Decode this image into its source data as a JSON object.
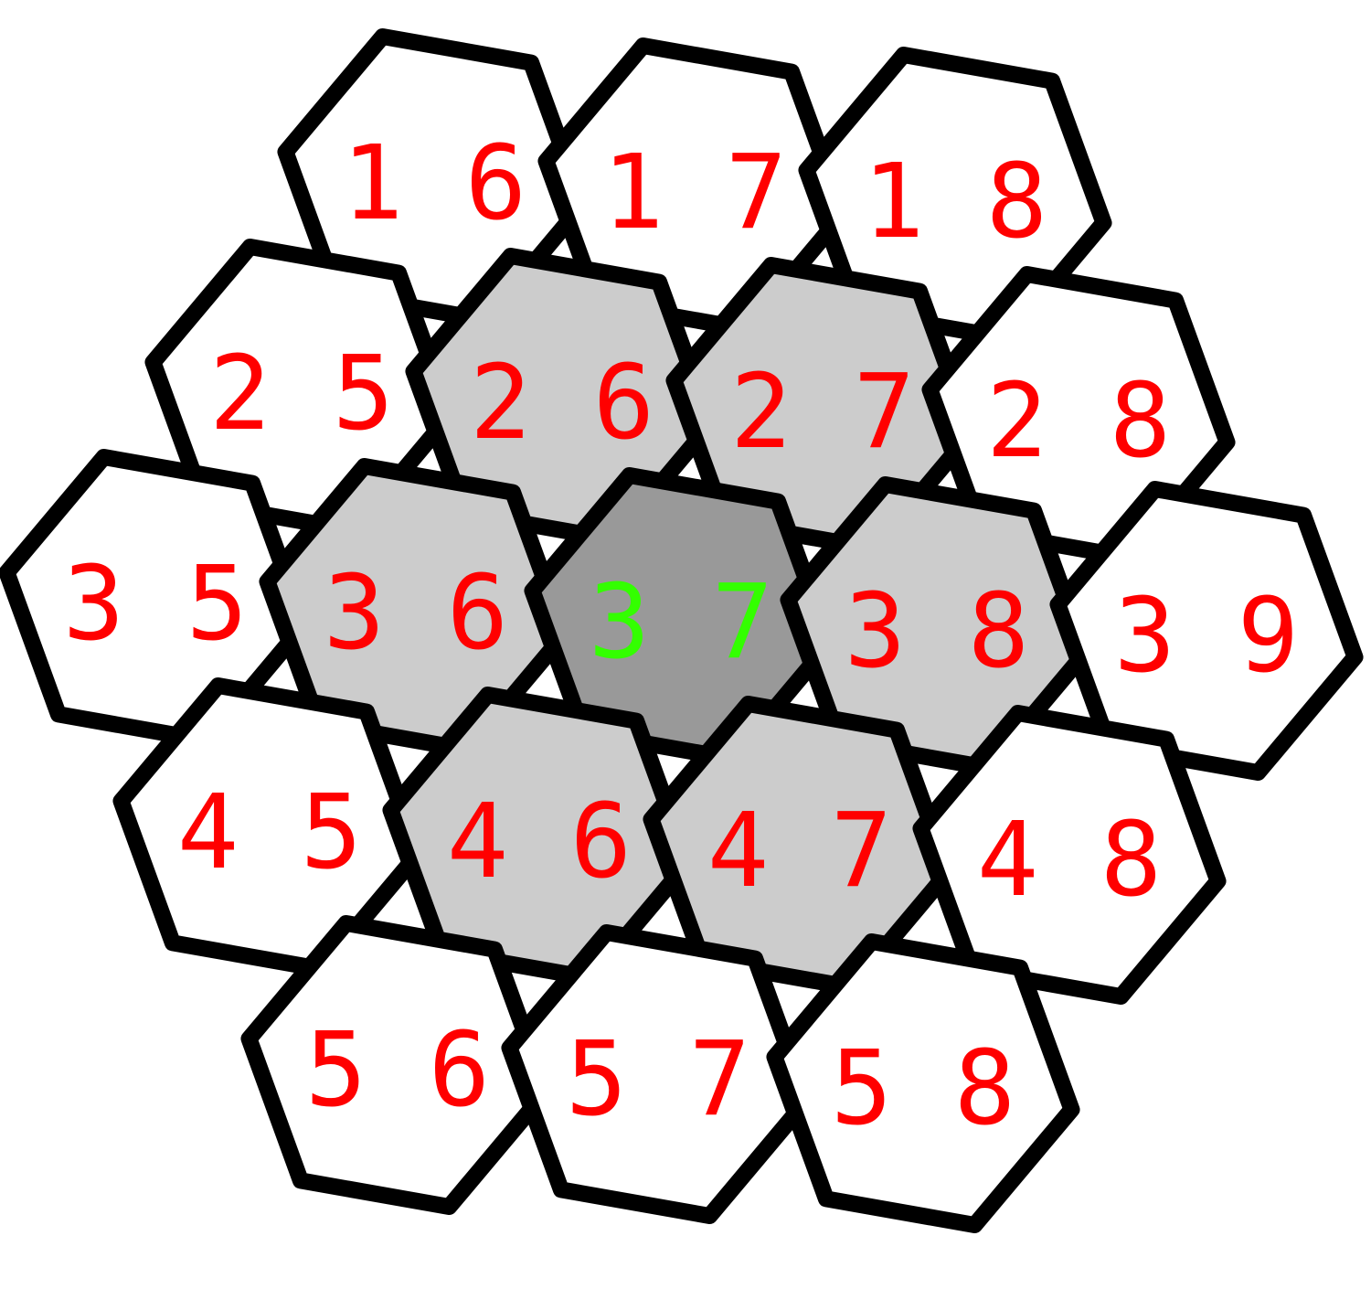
{
  "colors": {
    "outline": "#000000",
    "fill_outer": "#ffffff",
    "fill_neighbor": "#cccccc",
    "fill_center": "#999999",
    "label_default": "#ff0000",
    "label_center": "#33ff00"
  },
  "cells": [
    {
      "label": "1 6",
      "state": "outer"
    },
    {
      "label": "1 7",
      "state": "outer"
    },
    {
      "label": "1 8",
      "state": "outer"
    },
    {
      "label": "2 5",
      "state": "outer"
    },
    {
      "label": "2 6",
      "state": "neighbor"
    },
    {
      "label": "2 7",
      "state": "neighbor"
    },
    {
      "label": "2 8",
      "state": "outer"
    },
    {
      "label": "3 5",
      "state": "outer"
    },
    {
      "label": "3 6",
      "state": "neighbor"
    },
    {
      "label": "3 7",
      "state": "center"
    },
    {
      "label": "3 8",
      "state": "neighbor"
    },
    {
      "label": "3 9",
      "state": "outer"
    },
    {
      "label": "4 5",
      "state": "outer"
    },
    {
      "label": "4 6",
      "state": "neighbor"
    },
    {
      "label": "4 7",
      "state": "neighbor"
    },
    {
      "label": "4 8",
      "state": "outer"
    },
    {
      "label": "5 6",
      "state": "outer"
    },
    {
      "label": "5 7",
      "state": "outer"
    },
    {
      "label": "5 8",
      "state": "outer"
    }
  ]
}
